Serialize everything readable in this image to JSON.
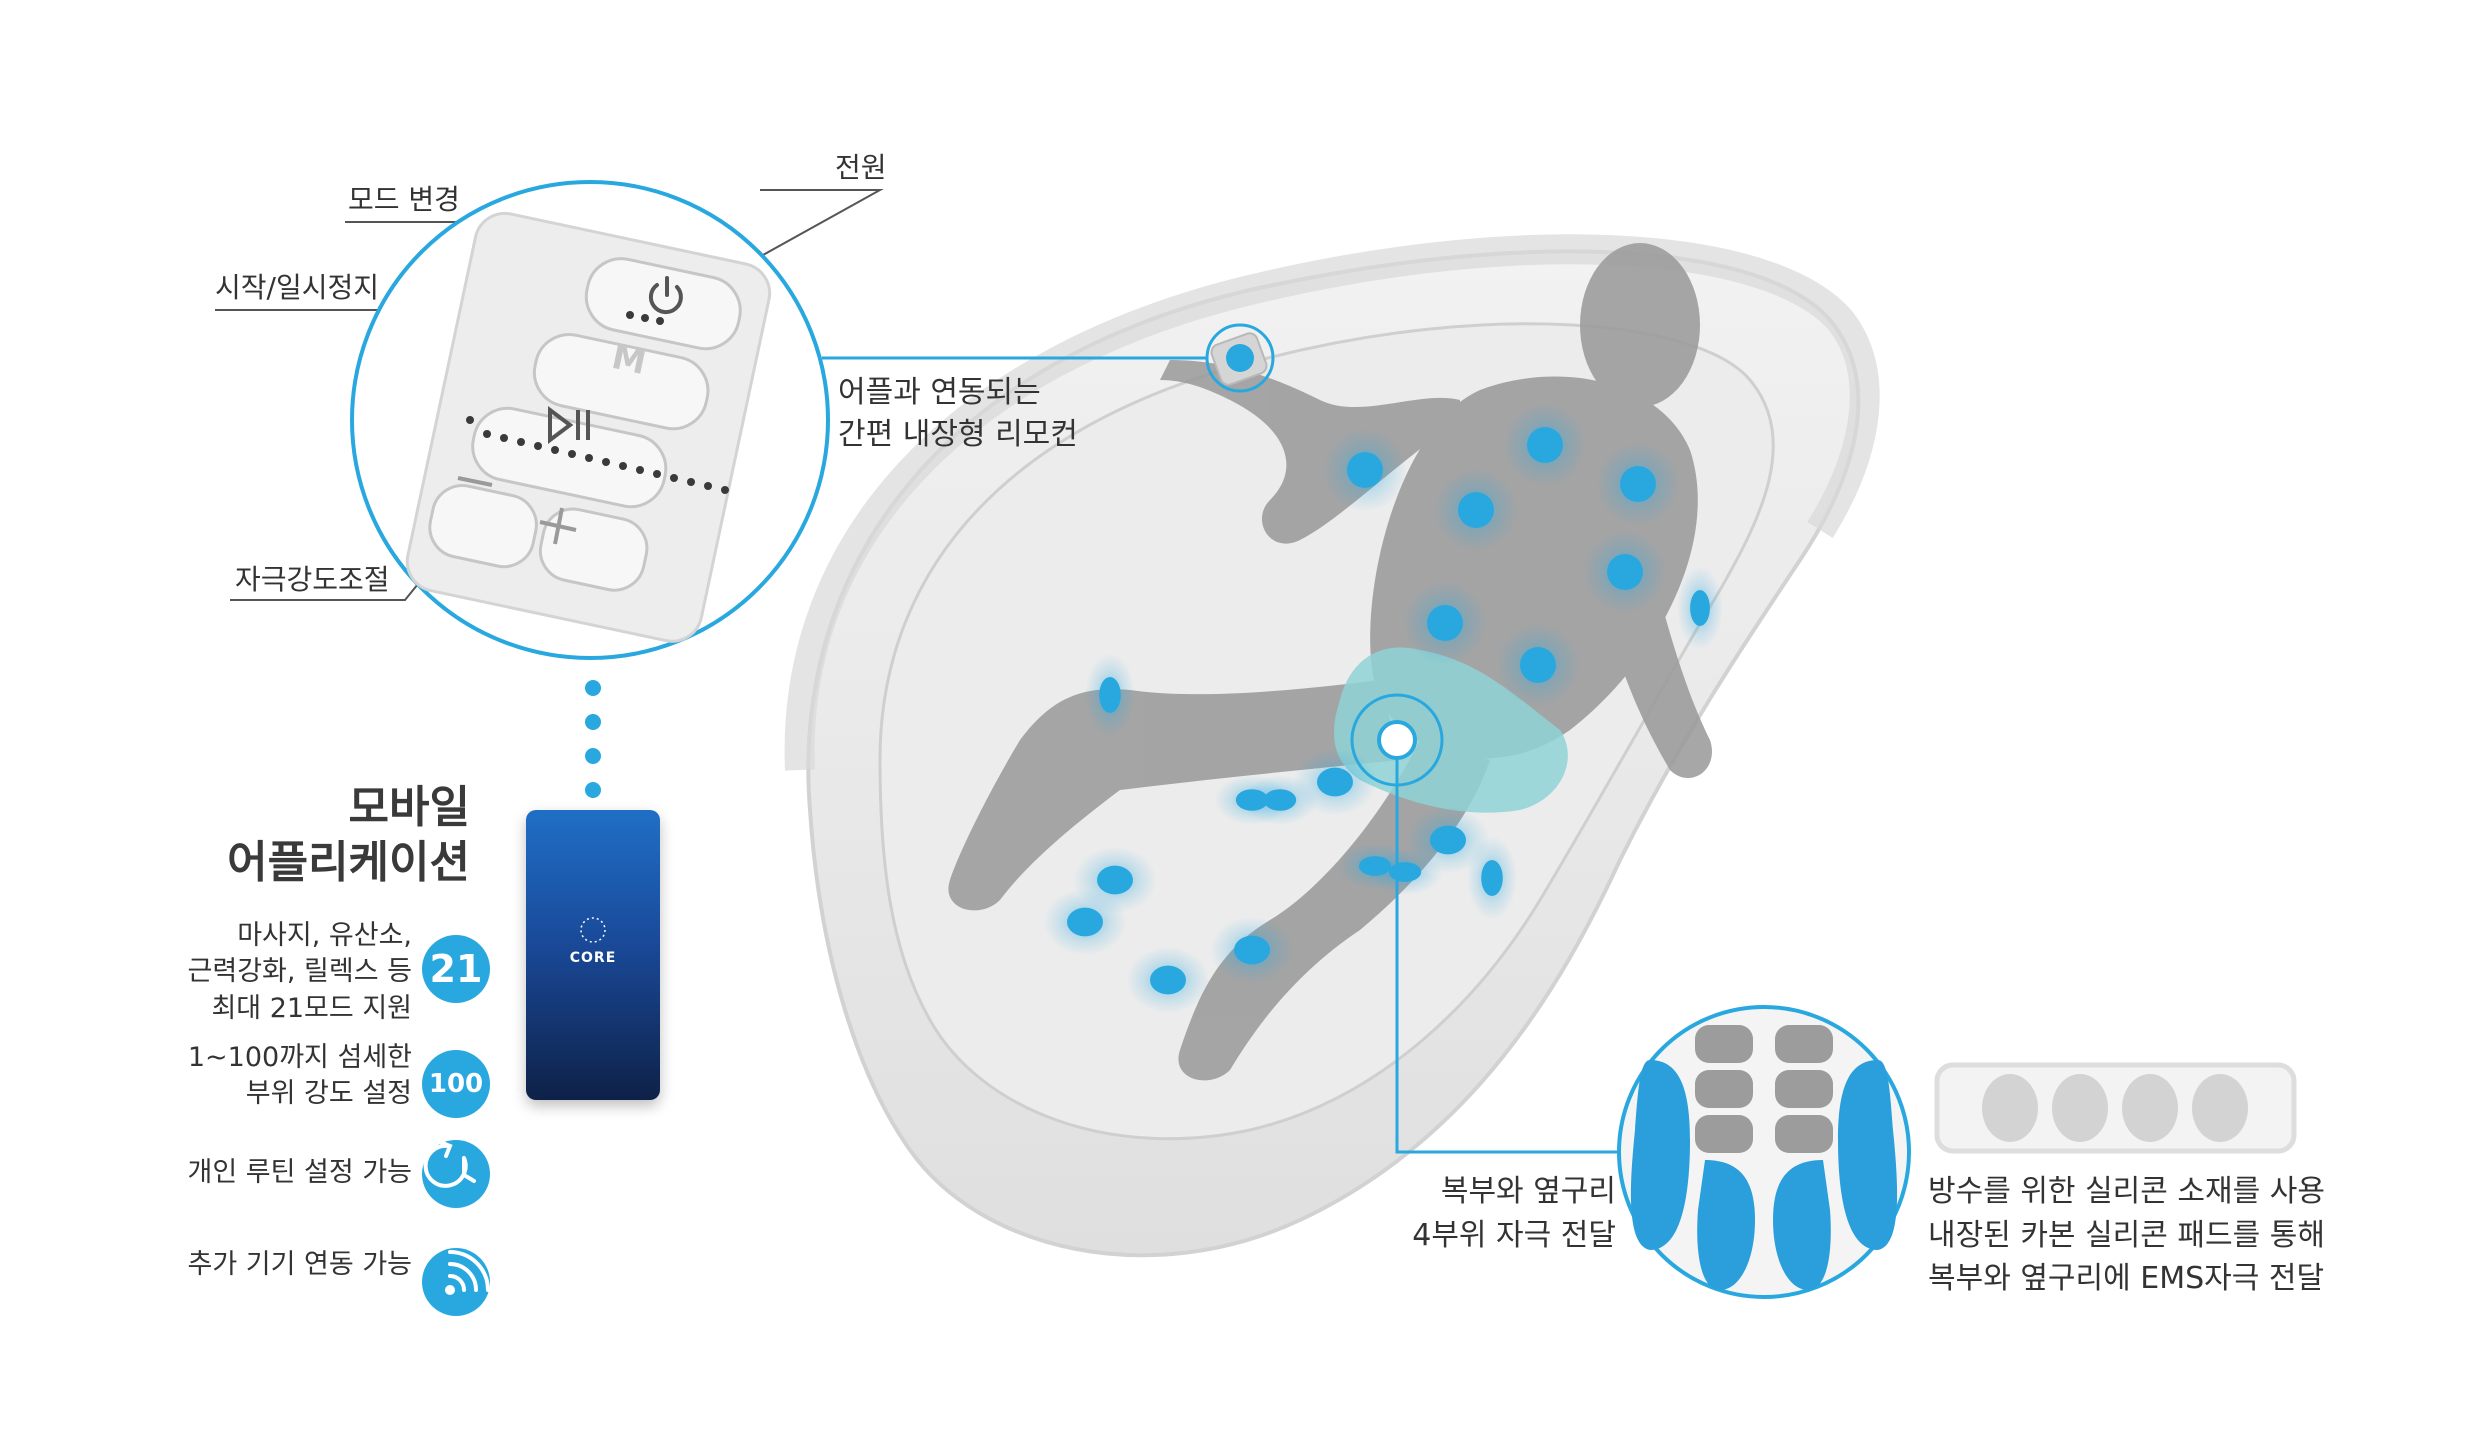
{
  "remote": {
    "label_mode": "모드 변경",
    "label_play": "시작/일시정지",
    "label_power": "전원",
    "label_intensity": "자극강도조절",
    "btn_m": "M"
  },
  "callouts": {
    "remote_line1": "어플과 연동되는",
    "remote_line2": "간편 내장형 리모컨",
    "abs_line1": "복부와 옆구리",
    "abs_line2": "4부위 자극 전달",
    "pad_line1": "방수를 위한 실리콘 소재를 사용",
    "pad_line2": "내장된 카본 실리콘 패드를 통해",
    "pad_line3": "복부와 옆구리에 EMS자극 전달"
  },
  "app": {
    "title_line1": "모바일",
    "title_line2": "어플리케이션",
    "phone_logo": "CORE",
    "features": [
      {
        "lines": [
          "마사지, 유산소,",
          "근력강화, 릴렉스 등",
          "최대 21모드 지원"
        ],
        "badge": "21"
      },
      {
        "lines": [
          "1~100까지 섬세한",
          "부위 강도 설정"
        ],
        "badge": "100"
      },
      {
        "lines": [
          "개인 루틴 설정 가능"
        ],
        "badge_icon": "timer-icon"
      },
      {
        "lines": [
          "추가 기기 연동 가능"
        ],
        "badge_icon": "wifi-icon"
      }
    ]
  },
  "colors": {
    "accent": "#29a8e0",
    "pad_blue": "#2a9fdc",
    "belt_teal": "#8fd3d6",
    "text": "#333333"
  }
}
